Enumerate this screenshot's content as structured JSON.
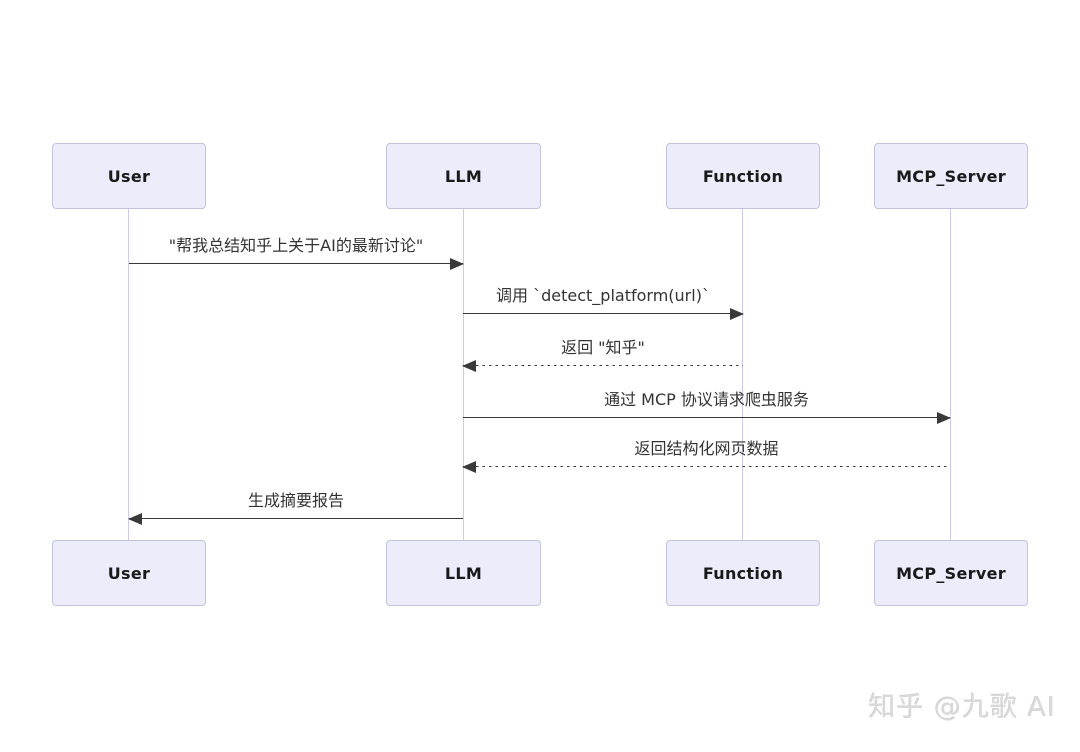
{
  "diagram": {
    "type": "sequence",
    "actors": [
      {
        "id": "user",
        "label": "User"
      },
      {
        "id": "llm",
        "label": "LLM"
      },
      {
        "id": "function",
        "label": "Function"
      },
      {
        "id": "mcp_server",
        "label": "MCP_Server"
      }
    ],
    "messages": [
      {
        "from": "User",
        "to": "LLM",
        "style": "solid",
        "direction": "right",
        "label": "\"帮我总结知乎上关于AI的最新讨论\""
      },
      {
        "from": "LLM",
        "to": "Function",
        "style": "solid",
        "direction": "right",
        "label": "调用 `detect_platform(url)`"
      },
      {
        "from": "Function",
        "to": "LLM",
        "style": "dashed",
        "direction": "left",
        "label": "返回 \"知乎\""
      },
      {
        "from": "LLM",
        "to": "MCP_Server",
        "style": "solid",
        "direction": "right",
        "label": "通过 MCP 协议请求爬虫服务"
      },
      {
        "from": "MCP_Server",
        "to": "LLM",
        "style": "dashed",
        "direction": "left",
        "label": "返回结构化网页数据"
      },
      {
        "from": "LLM",
        "to": "User",
        "style": "solid",
        "direction": "left",
        "label": "生成摘要报告"
      }
    ]
  },
  "watermark": {
    "text": "知乎 @九歌 AI"
  },
  "colors": {
    "background": "#ffffff",
    "actor_fill": "#ececfb",
    "actor_border": "#c3c3e0",
    "lifeline": "#ccccea",
    "arrow": "#393939",
    "label_text": "#333333",
    "actor_text": "#1a1a1a",
    "watermark_text": "#d9d9d9"
  }
}
